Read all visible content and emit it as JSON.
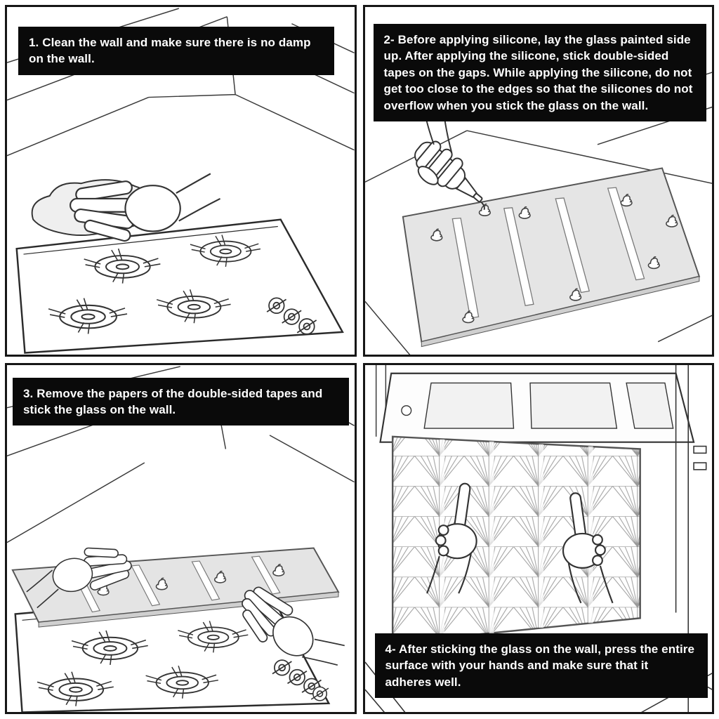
{
  "meta": {
    "title": "Glass backsplash installation instructions",
    "panel_count": 4
  },
  "colors": {
    "caption_bg": "#0a0a0a",
    "caption_text": "#ffffff",
    "panel_border": "#161616",
    "line_art": "#333333",
    "glass_fill": "#e4e4e4"
  },
  "panels": [
    {
      "step": "1",
      "caption": "1. Clean the wall and make sure there is no damp on the wall.",
      "illustration": "hand-with-cloth-wiping-wall-above-gas-cooktop"
    },
    {
      "step": "2",
      "caption": "2- Before applying silicone, lay the glass painted side up. After applying the silicone, stick double-sided tapes on the gaps. While applying the silicone, do not get too close to the edges so that the silicones do not overflow when you stick the glass on the wall.",
      "illustration": "hand-applying-silicone-bottle-on-glass-with-double-sided-tapes"
    },
    {
      "step": "3",
      "caption": "3. Remove the papers of the double-sided tapes and stick the glass on the wall.",
      "illustration": "two-hands-holding-glass-panel-over-cooktop"
    },
    {
      "step": "4",
      "caption": "4- After sticking the glass on the wall, press the entire surface with your hands and make sure that it adheres well.",
      "illustration": "hands-pressing-patterned-glass-on-wall-under-range-hood"
    }
  ]
}
